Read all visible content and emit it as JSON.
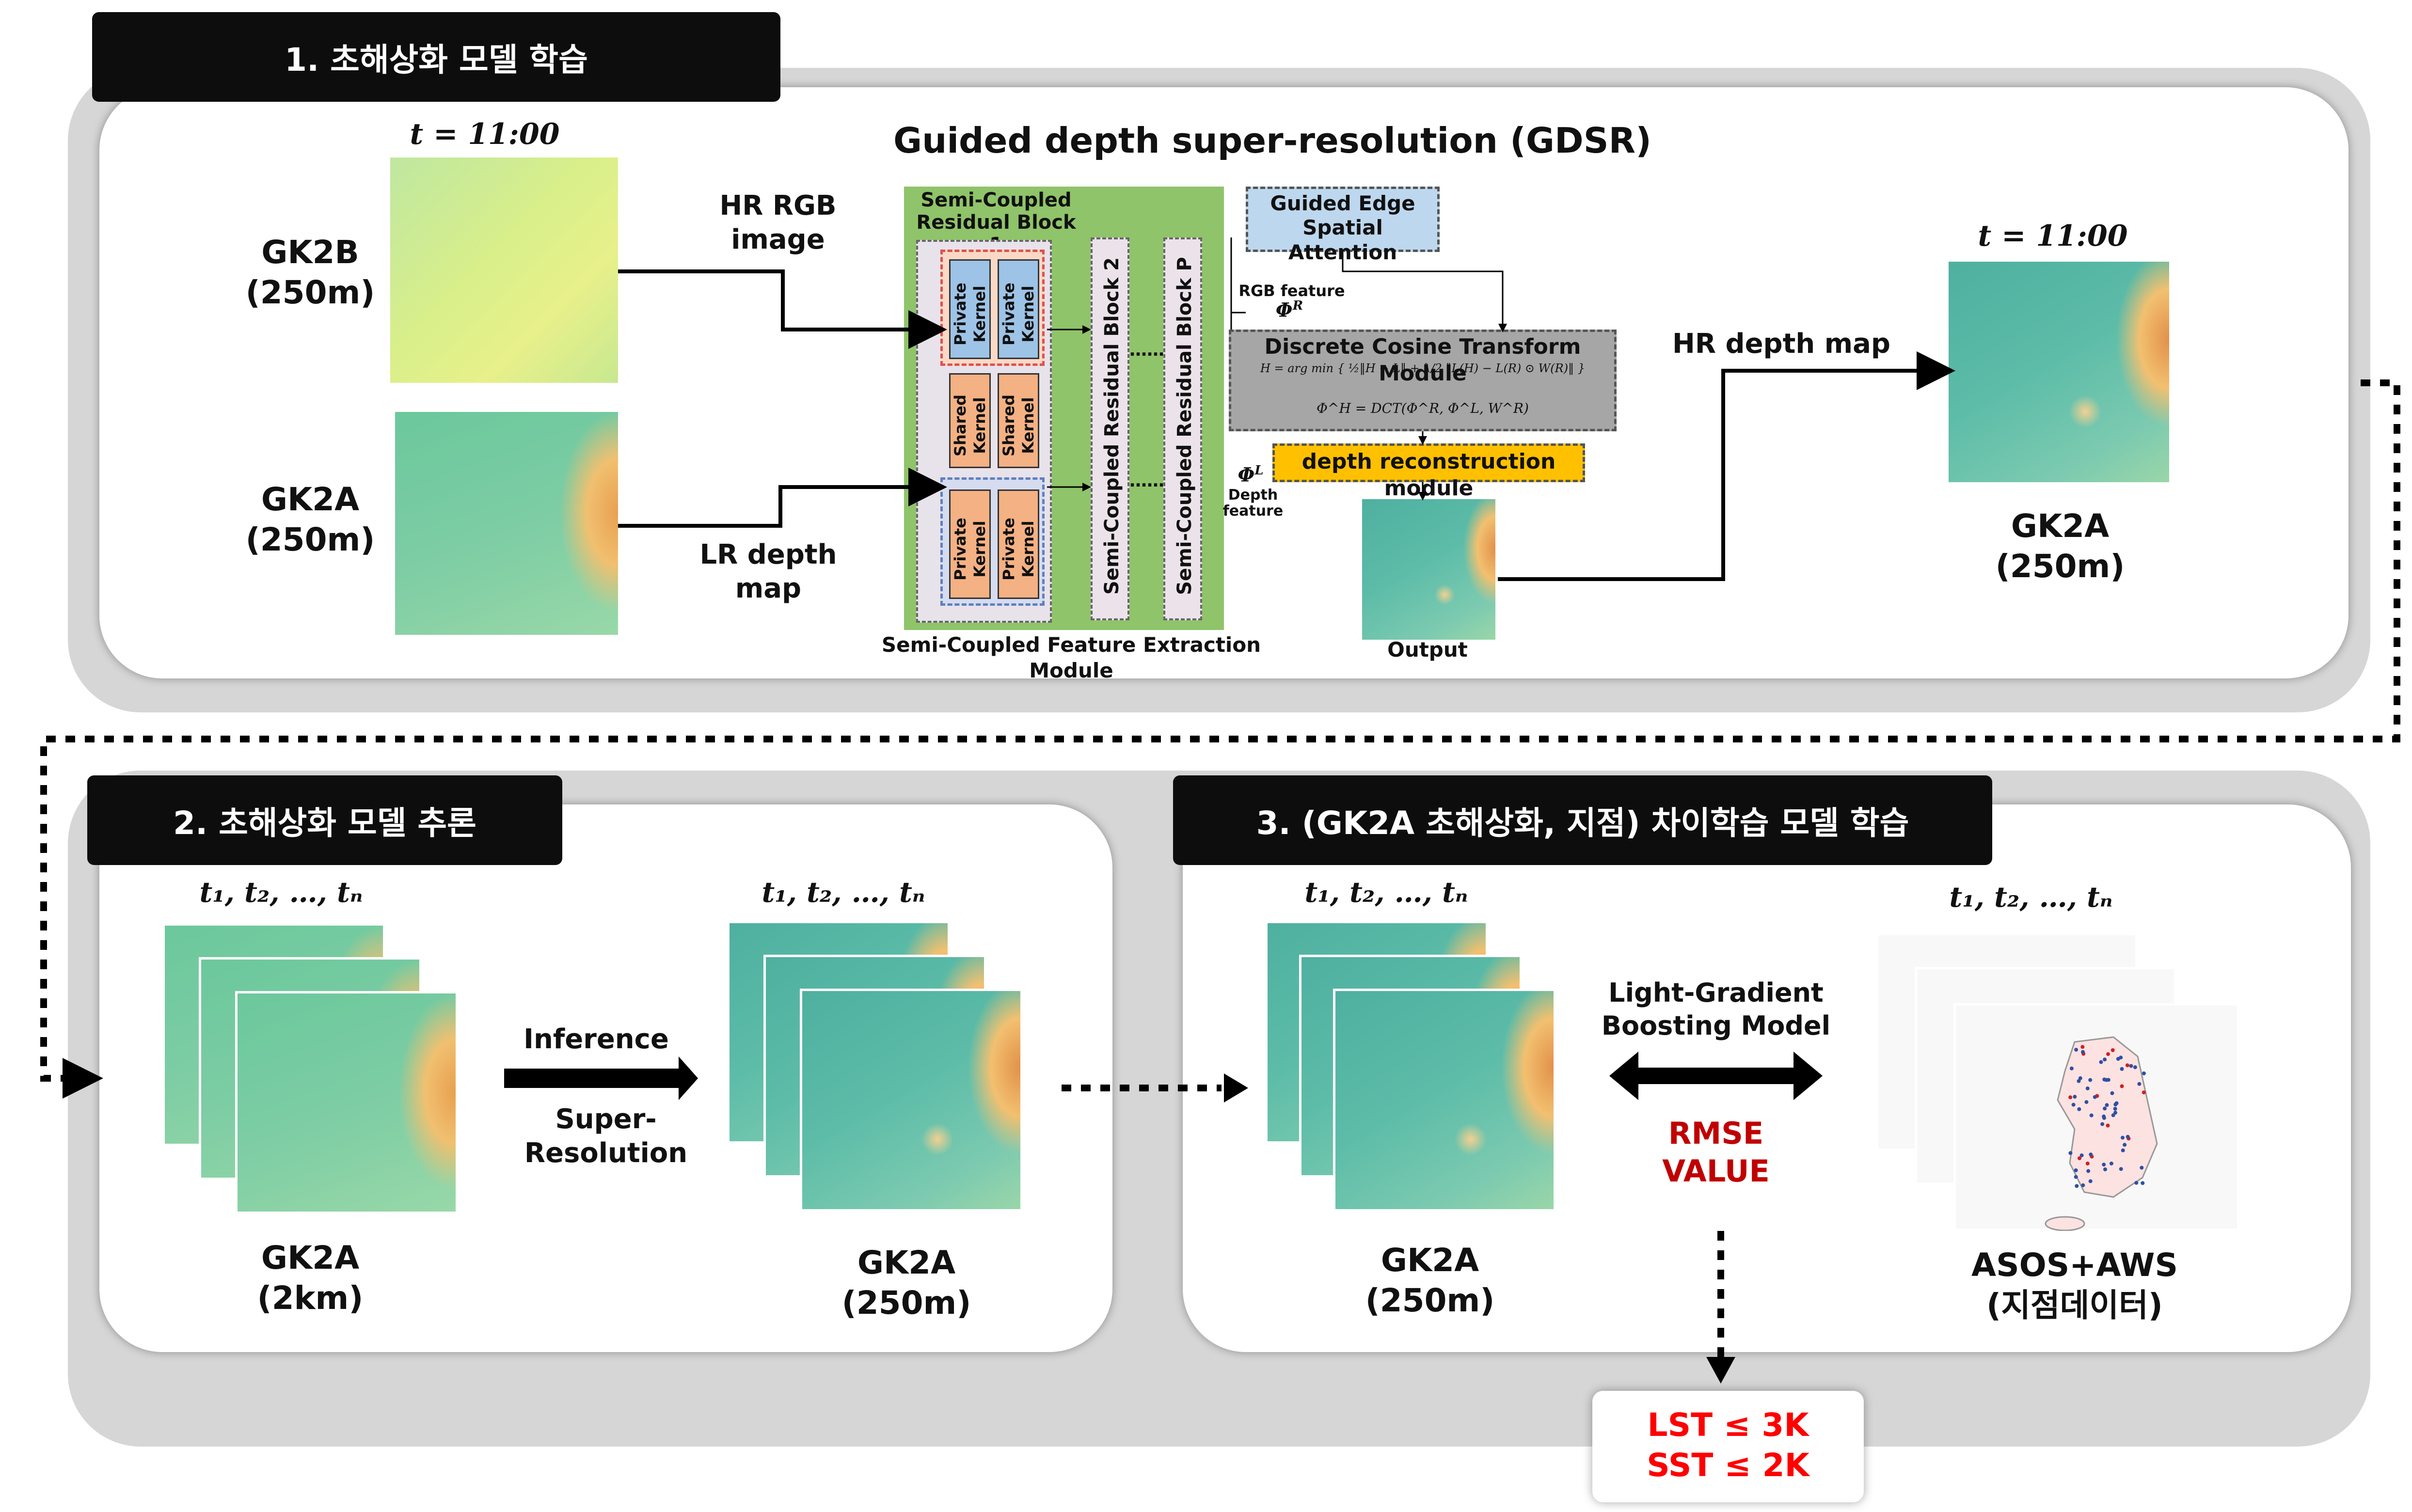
{
  "section1": {
    "tag": "1. 초해상화 모델 학습",
    "title": "Guided depth super-resolution (GDSR)",
    "time_left": "t = 11:00",
    "time_right": "t = 11:00",
    "gk2b_label": "GK2B",
    "gk2b_res": "(250m)",
    "gk2a_label": "GK2A",
    "gk2a_res": "(250m)",
    "hr_rgb_l1": "HR RGB",
    "hr_rgb_l2": "image",
    "lr_depth_l1": "LR depth",
    "lr_depth_l2": "map",
    "scrb1_l1": "Semi-Coupled",
    "scrb1_l2": "Residual Block 1",
    "private_kernel": "Private Kernel",
    "shared_kernel": "Shared Kernel",
    "scrb2": "Semi-Coupled Residual Block 2",
    "scrbp": "Semi-Coupled Residual Block P",
    "ellipsis": "……",
    "sfem": "Semi-Coupled Feature Extraction Module",
    "gesa_l1": "Guided Edge",
    "gesa_l2": "Spatial Attention",
    "rgb_feature": "RGB feature",
    "phi_r": "Φ",
    "phi_r_sup": "R",
    "dct_title": "Discrete Cosine Transform Module",
    "dct_eq1": "H = arg min { ½‖H − L‖ + λ/2 ‖L(H) − L(R) ⊙ W(R)‖ }",
    "dct_eq2": "Φ^H = DCT(Φ^R, Φ^L, W^R)",
    "depth_recon": "depth reconstruction module",
    "phi_l": "Φ",
    "phi_l_sup": "L",
    "depth_feature_l1": "Depth",
    "depth_feature_l2": "feature",
    "output": "Output",
    "hr_depth_map": "HR depth map",
    "out_label": "GK2A",
    "out_res": "(250m)"
  },
  "section2": {
    "tag": "2. 초해상화 모델 추론",
    "times_left": "t₁, t₂, …, tₙ",
    "times_right": "t₁, t₂, …, tₙ",
    "inference": "Inference",
    "super_resolution": "Super-Resolution",
    "left_label": "GK2A",
    "left_res": "(2km)",
    "right_label": "GK2A",
    "right_res": "(250m)"
  },
  "section3": {
    "tag": "3. (GK2A 초해상화, 지점) 차이학습 모델 학습",
    "times_left": "t₁, t₂, …, tₙ",
    "times_right": "t₁, t₂, …, tₙ",
    "lgbm_l1": "Light-Gradient",
    "lgbm_l2": "Boosting Model",
    "rmse_l1": "RMSE",
    "rmse_l2": "VALUE",
    "left_label": "GK2A",
    "left_res": "(250m)",
    "right_label": "ASOS+AWS",
    "right_res": "(지점데이터)"
  },
  "result": {
    "lst": "LST ≤ 3K",
    "sst": "SST ≤ 2K"
  },
  "colors": {
    "tag_bg": "#0d0d0d",
    "panel_gray": "#d6d6d6",
    "green_module": "#8fc46a",
    "blue_box": "#bdd7ee",
    "gray_box": "#a6a6a6",
    "yellow_box": "#ffc000",
    "red_text": "#c00000",
    "red_bright": "#ff0000"
  }
}
